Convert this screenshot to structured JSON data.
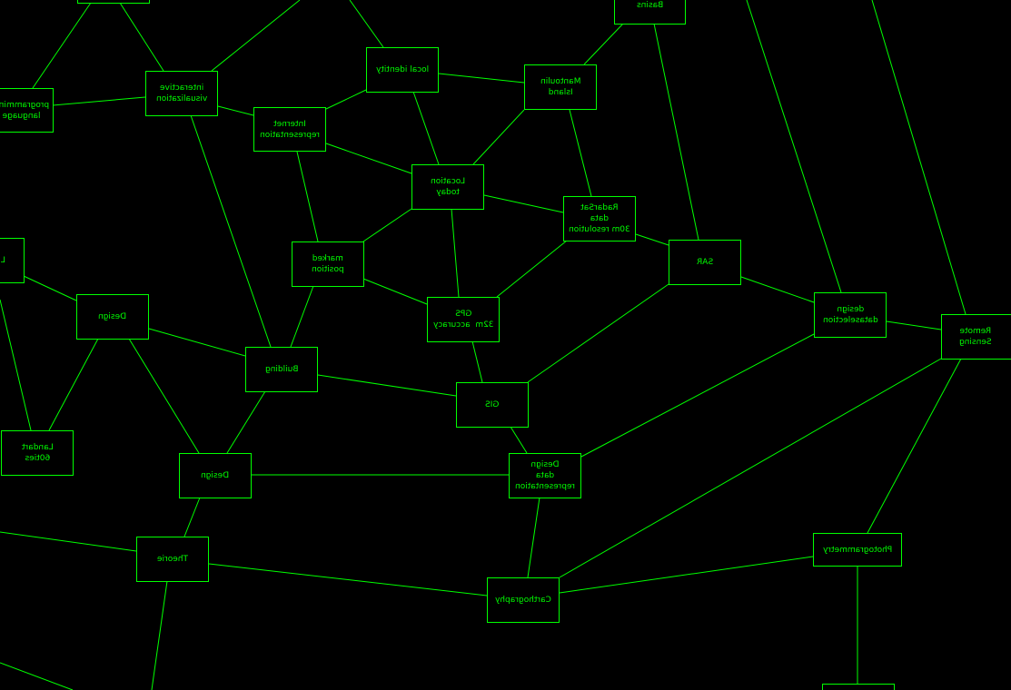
{
  "accent_color": "#00ff00",
  "nodes": {
    "top_partial": "",
    "programming_language": "programming\nlanguage",
    "interactive_visualization": "interactive\nvisualization",
    "internet_representation": "Internet\nrepresentation",
    "local_identity": "local identity",
    "mantoulin_island": "Mantoulin\nIsland",
    "basins": "Basins",
    "location_today": "Location\ntoday",
    "radarsat": "RadarSat\ndata\n30m resolution",
    "sar": "SAR",
    "marked_position": "marked\nposition",
    "left_partial": "L",
    "design_left": "Design",
    "gps": "GPS\n32m  accuracy",
    "design_dataselection": "design\ndataselection",
    "remote_sensing": "Remote\nSensing",
    "building": "Building",
    "gis": "GIS",
    "landart": "Landart\n60ties",
    "design_mid": "Design",
    "design_data_representation": "Design\ndata\nrepresentation",
    "photogrammetry": "Photogrammetry",
    "theorie": "Theorie",
    "carthography": "Carthography",
    "bottom_partial": ""
  }
}
